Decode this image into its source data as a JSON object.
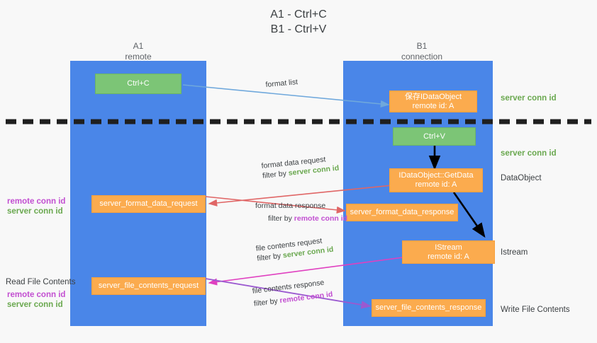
{
  "title": {
    "line1": "A1 - Ctrl+C",
    "line2": "B1 - Ctrl+V"
  },
  "colors": {
    "background": "#f8f8f8",
    "lane": "#4a86e8",
    "green_box": "#7cc576",
    "orange_box": "#fbab4e",
    "server_conn_id": "#6aa84f",
    "remote_conn_id": "#c24fd1",
    "divider": "#1f1f1f",
    "arrow_blue": "#6fa8dc",
    "arrow_red": "#e06666",
    "arrow_magenta": "#e040c0",
    "arrow_purple": "#9b59d0",
    "arrow_black": "#000000"
  },
  "lanes": [
    {
      "id": "a1",
      "title": "A1",
      "subtitle": "remote"
    },
    {
      "id": "b1",
      "title": "B1",
      "subtitle": "connection"
    }
  ],
  "nodes": [
    {
      "id": "ctrl-c",
      "lane": "a1",
      "style": "green",
      "line1": "Ctrl+C",
      "line2": ""
    },
    {
      "id": "save-idataobject",
      "lane": "b1",
      "style": "orange",
      "line1": "保存IDataObject",
      "line2": "remote id: A"
    },
    {
      "id": "ctrl-v",
      "lane": "b1",
      "style": "green",
      "line1": "Ctrl+V",
      "line2": ""
    },
    {
      "id": "idataobject-getdata",
      "lane": "b1",
      "style": "orange",
      "line1": "IDataObject::GetData",
      "line2": "remote id: A"
    },
    {
      "id": "server-format-data-request",
      "lane": "a1",
      "style": "orange",
      "line1": "server_format_data_request",
      "line2": ""
    },
    {
      "id": "server-format-data-response",
      "lane": "b1",
      "style": "orange",
      "line1": "server_format_data_response",
      "line2": ""
    },
    {
      "id": "istream",
      "lane": "b1",
      "style": "orange",
      "line1": "IStream",
      "line2": "remote id: A"
    },
    {
      "id": "server-file-contents-request",
      "lane": "a1",
      "style": "orange",
      "line1": "server_file_contents_request",
      "line2": ""
    },
    {
      "id": "server-file-contents-response",
      "lane": "b1",
      "style": "orange",
      "line1": "server_file_contents_response",
      "line2": ""
    }
  ],
  "right_labels": [
    {
      "id": "server-conn-id-top",
      "text": "server conn id",
      "kind": "green"
    },
    {
      "id": "server-conn-id-mid",
      "text": "server conn id",
      "kind": "green"
    },
    {
      "id": "dataobject",
      "text": "DataObject",
      "kind": "plain"
    },
    {
      "id": "istream-label",
      "text": "Istream",
      "kind": "plain"
    },
    {
      "id": "write-file-contents",
      "text": "Write File Contents",
      "kind": "plain"
    }
  ],
  "left_labels": [
    {
      "id": "conn-ids-upper-remote",
      "text": "remote conn id",
      "kind": "purple"
    },
    {
      "id": "conn-ids-upper-server",
      "text": "server conn id",
      "kind": "green"
    },
    {
      "id": "read-file-contents",
      "text": "Read File Contents",
      "kind": "plain"
    },
    {
      "id": "conn-ids-lower-remote",
      "text": "remote conn id",
      "kind": "purple"
    },
    {
      "id": "conn-ids-lower-server",
      "text": "server conn id",
      "kind": "green"
    }
  ],
  "edges": [
    {
      "id": "format-list",
      "label": "format list",
      "filter_prefix": "",
      "filter_value": "",
      "filter_kind": "",
      "color": "#6fa8dc"
    },
    {
      "id": "format-data-request",
      "label": "format data request",
      "filter_prefix": "filter by ",
      "filter_value": "server conn id",
      "filter_kind": "green",
      "color": "#e06666"
    },
    {
      "id": "format-data-response",
      "label": "format data response",
      "filter_prefix": "filter by ",
      "filter_value": "remote conn id",
      "filter_kind": "purple",
      "color": "#e06666"
    },
    {
      "id": "file-contents-request",
      "label": "file contents request",
      "filter_prefix": "filter by ",
      "filter_value": "server conn id",
      "filter_kind": "green",
      "color": "#e040c0"
    },
    {
      "id": "file-contents-response",
      "label": "file contents response",
      "filter_prefix": "filter by ",
      "filter_value": "remote conn id",
      "filter_kind": "purple",
      "color": "#9b59d0"
    }
  ]
}
